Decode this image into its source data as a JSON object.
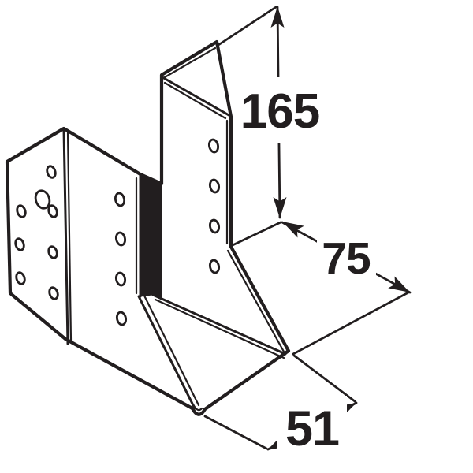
{
  "drawing": {
    "title": "joist-hanger-isometric-technical-drawing",
    "background_color": "#ffffff",
    "line_color": "#221e1f",
    "fill_color": "#ffffff",
    "dimensions": {
      "height": {
        "value": "165",
        "orientation": "vertical"
      },
      "depth": {
        "value": "75",
        "orientation": "diagonal-down-right"
      },
      "width": {
        "value": "51",
        "orientation": "diagonal-bottom"
      }
    }
  }
}
